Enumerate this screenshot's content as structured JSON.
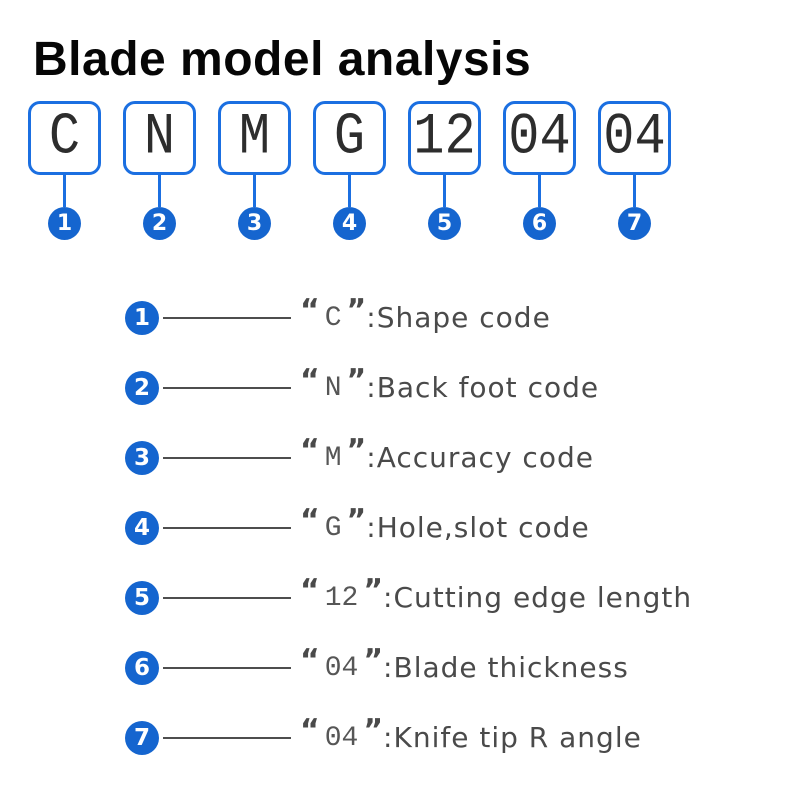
{
  "title": "Blade model analysis",
  "colors": {
    "box_border_blue": "#1b6fe1",
    "badge_blue": "#1565cf",
    "legend_text_gray": "#4a4a4a",
    "title_black": "#060606",
    "background": "#ffffff"
  },
  "boxes": [
    {
      "char": "C",
      "num": "1"
    },
    {
      "char": "N",
      "num": "2"
    },
    {
      "char": "M",
      "num": "3"
    },
    {
      "char": "G",
      "num": "4"
    },
    {
      "char": "12",
      "num": "5"
    },
    {
      "char": "04",
      "num": "6"
    },
    {
      "char": "04",
      "num": "7"
    }
  ],
  "legend": {
    "quote_open": "“",
    "quote_close": "”",
    "separator": ":",
    "items": [
      {
        "num": "1",
        "code": "C",
        "label": "Shape code"
      },
      {
        "num": "2",
        "code": "N",
        "label": "Back foot code"
      },
      {
        "num": "3",
        "code": "M",
        "label": "Accuracy code"
      },
      {
        "num": "4",
        "code": "G",
        "label": "Hole,slot code"
      },
      {
        "num": "5",
        "code": "12",
        "label": "Cutting edge length"
      },
      {
        "num": "6",
        "code": "04",
        "label": "Blade thickness"
      },
      {
        "num": "7",
        "code": "04",
        "label": "Knife tip R angle"
      }
    ]
  }
}
